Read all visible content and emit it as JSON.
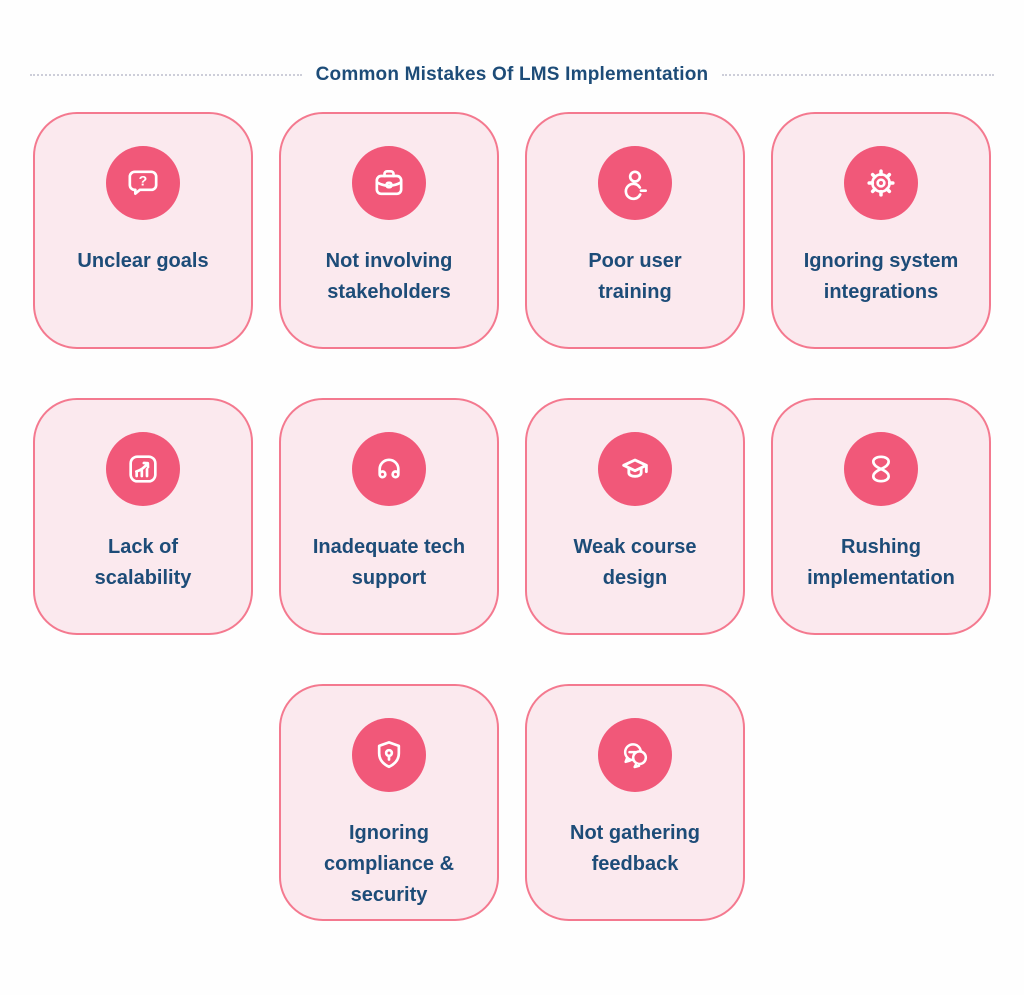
{
  "page": {
    "title": "Common Mistakes Of LMS Implementation"
  },
  "colors": {
    "card_background": "#FBE9EE",
    "card_border": "#F4798F",
    "icon_badge": "#F15879",
    "icon_stroke": "#FFFFFF",
    "text": "#1D4C78",
    "divider": "#CDCED9"
  },
  "cards": [
    {
      "id": "unclear-goals",
      "label": "Unclear goals",
      "icon": "chat-question",
      "row": 0
    },
    {
      "id": "not-involving-stakeholders",
      "label": "Not involving stakeholders",
      "icon": "briefcase",
      "row": 0
    },
    {
      "id": "poor-user-training",
      "label": "Poor user training",
      "icon": "user-minus",
      "row": 0
    },
    {
      "id": "ignoring-system-integrations",
      "label": "Ignoring system integrations",
      "icon": "gear",
      "row": 0
    },
    {
      "id": "lack-of-scalability",
      "label": "Lack of scalability",
      "icon": "growth-chart",
      "row": 1
    },
    {
      "id": "inadequate-tech-support",
      "label": "Inadequate tech support",
      "icon": "headphones",
      "row": 1
    },
    {
      "id": "weak-course-design",
      "label": "Weak course design",
      "icon": "graduation-cap",
      "row": 1
    },
    {
      "id": "rushing-implementation",
      "label": "Rushing implementation",
      "icon": "hourglass",
      "row": 1
    },
    {
      "id": "ignoring-compliance-security",
      "label": "Ignoring compliance & security",
      "icon": "shield-keyhole",
      "row": 2
    },
    {
      "id": "not-gathering-feedback",
      "label": "Not gathering feedback",
      "icon": "chat-bubbles",
      "row": 2
    }
  ]
}
